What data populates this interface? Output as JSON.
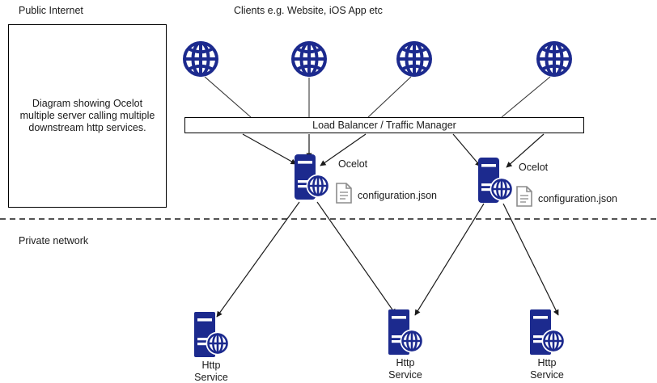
{
  "diagram": {
    "title_note": "Diagram showing Ocelot multiple server calling multiple downstream http services.",
    "zones": {
      "public": "Public Internet",
      "private": "Private network"
    },
    "clients_label": "Clients e.g. Website, iOS App etc",
    "load_balancer": "Load Balancer / Traffic Manager",
    "clients": [
      {
        "name": "client-globe-1",
        "icon": "globe-icon"
      },
      {
        "name": "client-globe-2",
        "icon": "globe-icon"
      },
      {
        "name": "client-globe-3",
        "icon": "globe-icon"
      },
      {
        "name": "client-globe-4",
        "icon": "globe-icon"
      }
    ],
    "gateways": [
      {
        "label": "Ocelot",
        "config": "configuration.json",
        "config_icon": "document-icon"
      },
      {
        "label": "Ocelot",
        "config": "configuration.json",
        "config_icon": "document-icon"
      }
    ],
    "services": [
      {
        "line1": "Http",
        "line2": "Service"
      },
      {
        "line1": "Http",
        "line2": "Service"
      },
      {
        "line1": "Http",
        "line2": "Service"
      }
    ],
    "colors": {
      "node_blue": "#1c2a8e",
      "line_black": "#1a1a1a",
      "doc_gray": "#8c8c8c",
      "background": "#ffffff"
    }
  }
}
